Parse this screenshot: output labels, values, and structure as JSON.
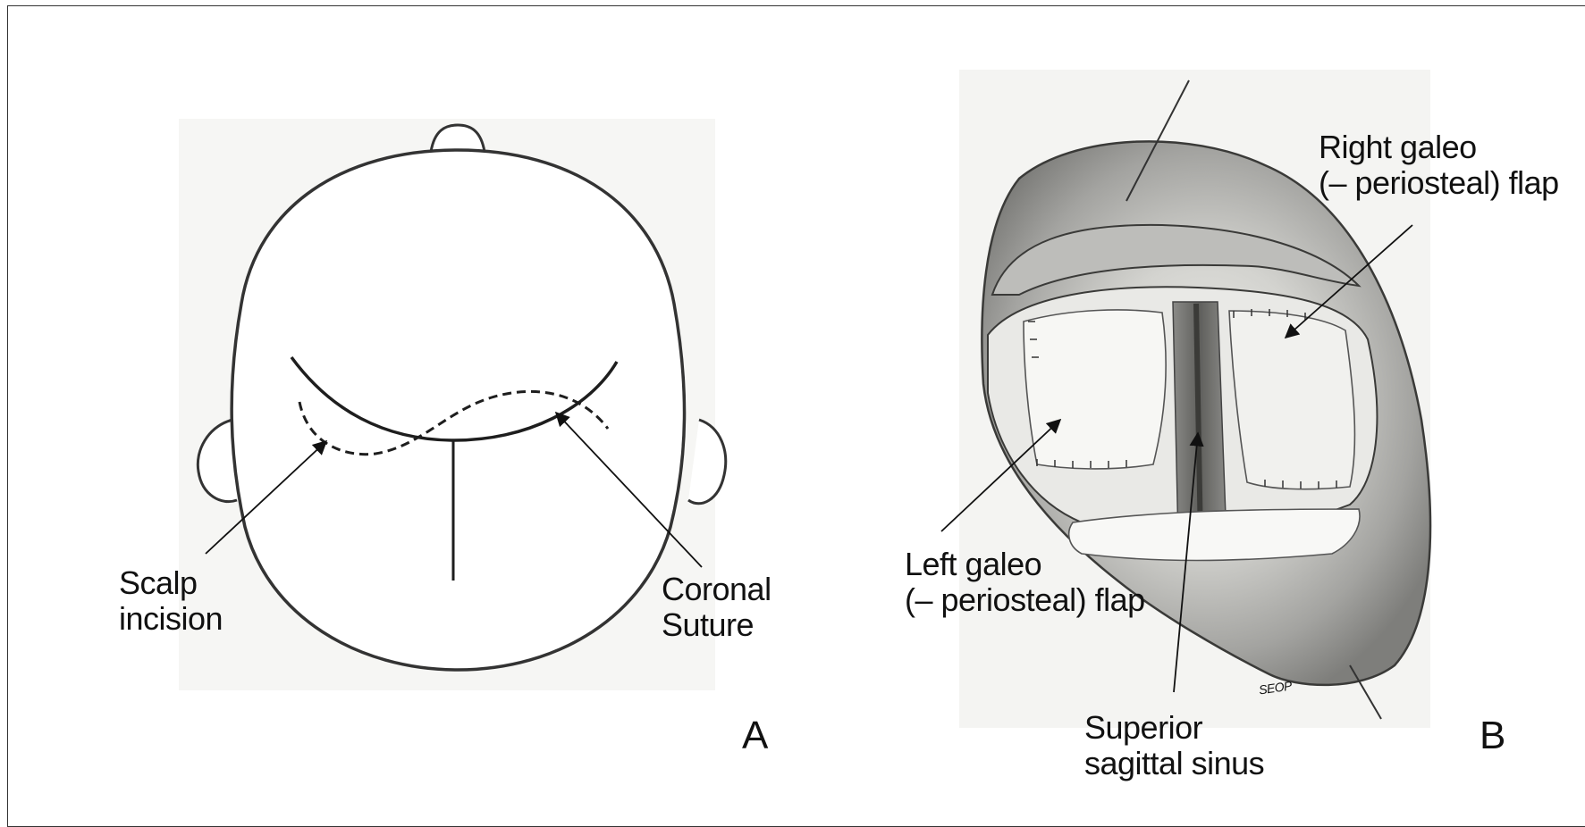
{
  "panel_a": {
    "letter": "A",
    "labels": {
      "scalp_incision": [
        "Scalp",
        "incision"
      ],
      "coronal_suture": [
        "Coronal",
        "Suture"
      ]
    }
  },
  "panel_b": {
    "letter": "B",
    "labels": {
      "right_flap": [
        "Right galeo",
        "(– periosteal) flap"
      ],
      "left_flap": [
        "Left galeo",
        "(– periosteal) flap"
      ],
      "sinus": [
        "Superior",
        "sagittal sinus"
      ]
    },
    "signature": "SEOP"
  },
  "colors": {
    "line": "#2a2a2a",
    "paper": "#f7f7f5",
    "shade_dark": "#7d7d7d",
    "shade_light": "#d9d9d6"
  }
}
